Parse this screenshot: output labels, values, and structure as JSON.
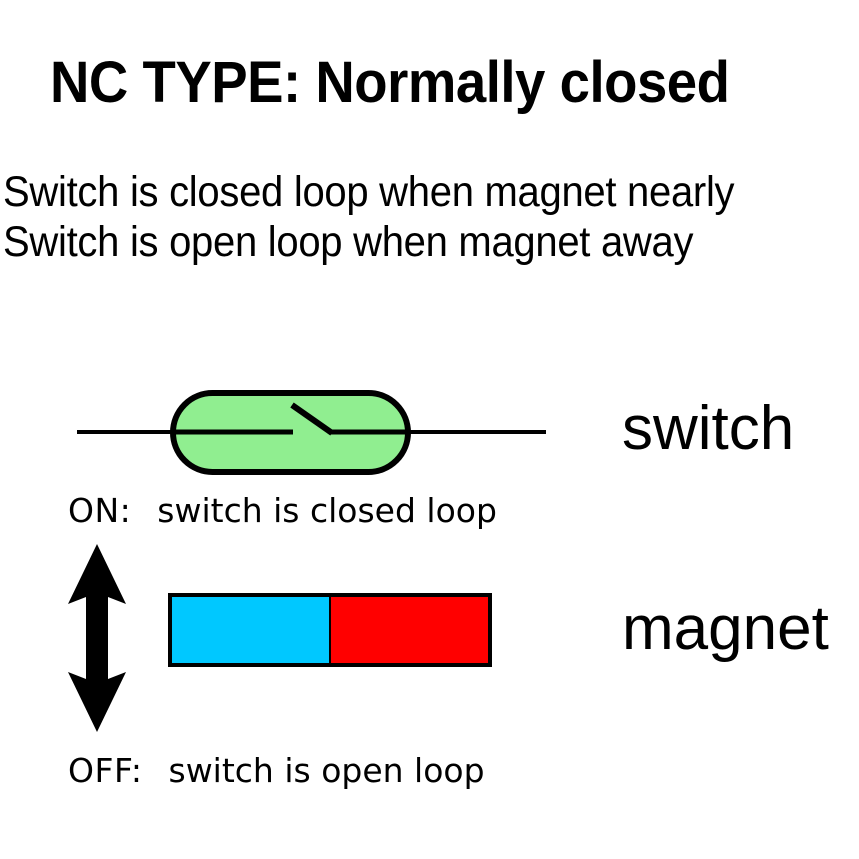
{
  "diagram": {
    "title": "NC TYPE: Normally closed",
    "description": [
      "Switch is closed loop when magnet nearly",
      "Switch is open loop when magnet away"
    ],
    "labels": {
      "switch": "switch",
      "magnet": "magnet"
    },
    "states": [
      {
        "key": "ON:",
        "value": "switch is closed loop"
      },
      {
        "key": "OFF:",
        "value": "switch is open loop"
      }
    ],
    "colors": {
      "switch_body": "#90EE90",
      "magnet_north": "#00C8FF",
      "magnet_south": "#FF0000",
      "stroke": "#000000",
      "background": "#FFFFFF"
    },
    "symbols": {
      "switch_icon": "reed-switch-capsule",
      "magnet_icon": "bar-magnet",
      "motion_icon": "double-headed-vertical-arrow"
    }
  }
}
